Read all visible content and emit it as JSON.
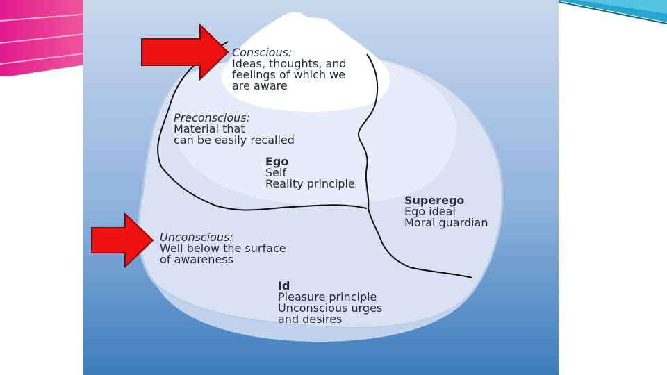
{
  "diagram": {
    "conscious": {
      "heading": "Conscious:",
      "lines": [
        "Ideas, thoughts, and",
        "feelings of which we",
        "are aware"
      ]
    },
    "preconscious": {
      "heading": "Preconscious:",
      "lines": [
        "Material that",
        "can be easily recalled"
      ]
    },
    "ego": {
      "heading": "Ego",
      "lines": [
        "Self",
        "Reality principle"
      ]
    },
    "superego": {
      "heading": "Superego",
      "lines": [
        "Ego ideal",
        "Moral guardian"
      ]
    },
    "unconscious": {
      "heading": "Unconscious:",
      "lines": [
        "Well below the surface",
        "of awareness"
      ]
    },
    "id": {
      "heading": "Id",
      "lines": [
        "Pleasure principle",
        "Unconscious urges",
        "and desires"
      ]
    }
  },
  "colors": {
    "arrow_fill": "#ee1111",
    "water_top": "#c6d5ec",
    "water_bottom": "#3f7fbf",
    "iceberg": "#d9e3f3",
    "tip": "#ffffff",
    "boundary_line": "#111111",
    "text": "#1f2a3a"
  }
}
